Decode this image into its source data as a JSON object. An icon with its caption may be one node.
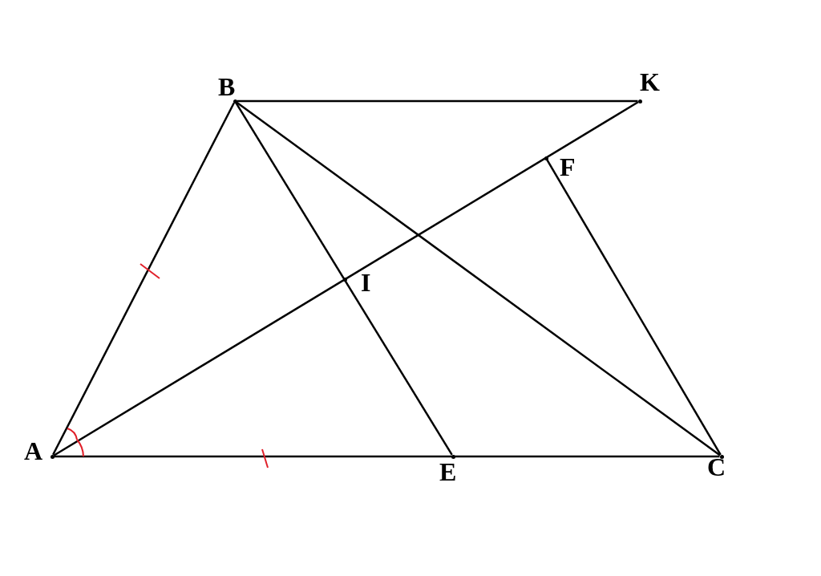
{
  "diagram": {
    "nodes": [
      {
        "text": [],
        "shape": "point",
        "beside": [
          "B"
        ]
      },
      {
        "text": [],
        "shape": "point",
        "beside": [
          "K"
        ]
      },
      {
        "text": [],
        "shape": "point",
        "beside": [
          "F"
        ]
      },
      {
        "text": [],
        "shape": "point",
        "beside": [
          "I"
        ]
      },
      {
        "text": [],
        "shape": "point",
        "beside": [
          "A"
        ]
      },
      {
        "text": [],
        "shape": "point",
        "beside": [
          "E"
        ]
      },
      {
        "text": [],
        "shape": "point",
        "beside": [
          "C"
        ]
      }
    ],
    "edges": [
      {
        "from": 4,
        "to": 0,
        "arrow": "none"
      },
      {
        "from": 0,
        "to": 1,
        "arrow": "none"
      },
      {
        "from": 0,
        "to": 5,
        "arrow": "none"
      },
      {
        "from": 0,
        "to": 6,
        "arrow": "none"
      },
      {
        "from": 4,
        "to": 1,
        "arrow": "none"
      },
      {
        "from": 2,
        "to": 6,
        "arrow": "none"
      },
      {
        "from": 4,
        "to": 6,
        "arrow": "none"
      }
    ]
  }
}
